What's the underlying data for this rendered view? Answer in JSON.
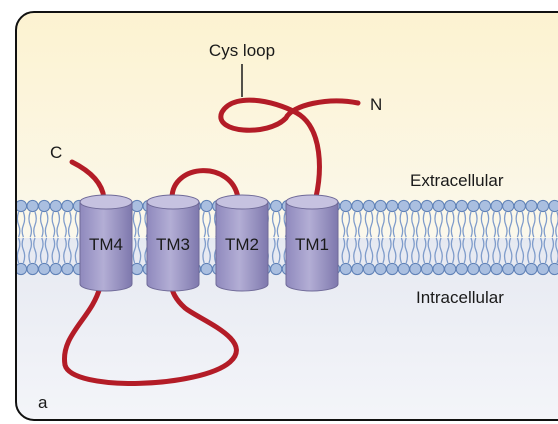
{
  "labels": {
    "cys_loop": "Cys loop",
    "n_terminus": "N",
    "c_terminus": "C",
    "extracellular": "Extracellular",
    "intracellular": "Intracellular",
    "panel": "a"
  },
  "helices": [
    {
      "id": "tm4",
      "label": "TM4"
    },
    {
      "id": "tm3",
      "label": "TM3"
    },
    {
      "id": "tm2",
      "label": "TM2"
    },
    {
      "id": "tm1",
      "label": "TM1"
    }
  ],
  "colors": {
    "extracellular_top": "#fcf2cf",
    "extracellular_bottom": "#fbf8ec",
    "intracellular_top": "#e6e9f1",
    "intracellular_bottom": "#f5f6fa",
    "lipid_head": "#aabfe0",
    "lipid_head_stroke": "#5e80b6",
    "lipid_tail": "#7f9ccb",
    "helix_body": "#a7a2cc",
    "helix_top": "#c6c2e0",
    "helix_stroke": "#6f6a98",
    "peptide_chain": "#b31c27",
    "frame": "#111111",
    "text": "#1a1a1a"
  }
}
